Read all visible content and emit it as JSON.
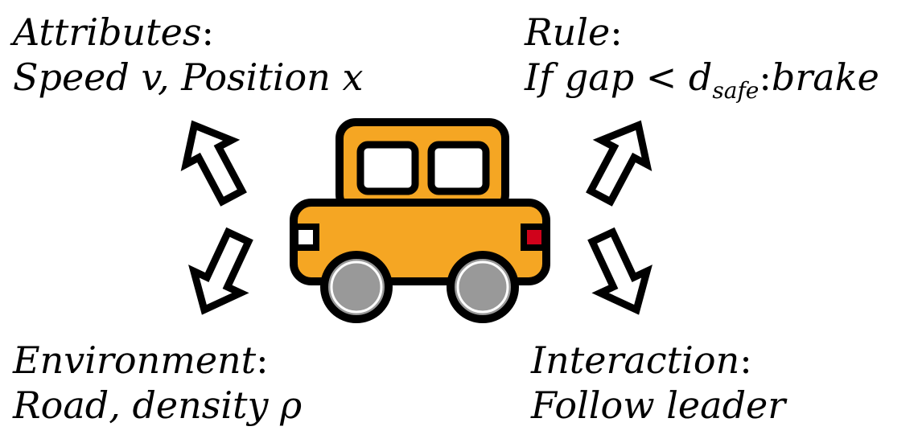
{
  "labels": {
    "attributes": {
      "title": "Attributes",
      "colon": ":",
      "line2": "Speed v,  Position x"
    },
    "rule": {
      "title": "Rule",
      "colon": ":",
      "line2_pre": "If gap  <  d",
      "line2_sub": "safe",
      "line2_colon": ":",
      "line2_post": "brake"
    },
    "environment": {
      "title": "Environment",
      "colon": ":",
      "line2": "Road,  density ρ"
    },
    "interaction": {
      "title": "Interaction",
      "colon": ":",
      "line2": "Follow leader"
    }
  },
  "colors": {
    "car_body": "#F5A623",
    "outline": "#000000",
    "wheel": "#999999",
    "tail_light": "#D0021B",
    "head_light": "#FFFFFF"
  },
  "icons": [
    "car-icon",
    "arrow-up-left-icon",
    "arrow-down-left-icon",
    "arrow-up-right-icon",
    "arrow-down-right-icon"
  ]
}
